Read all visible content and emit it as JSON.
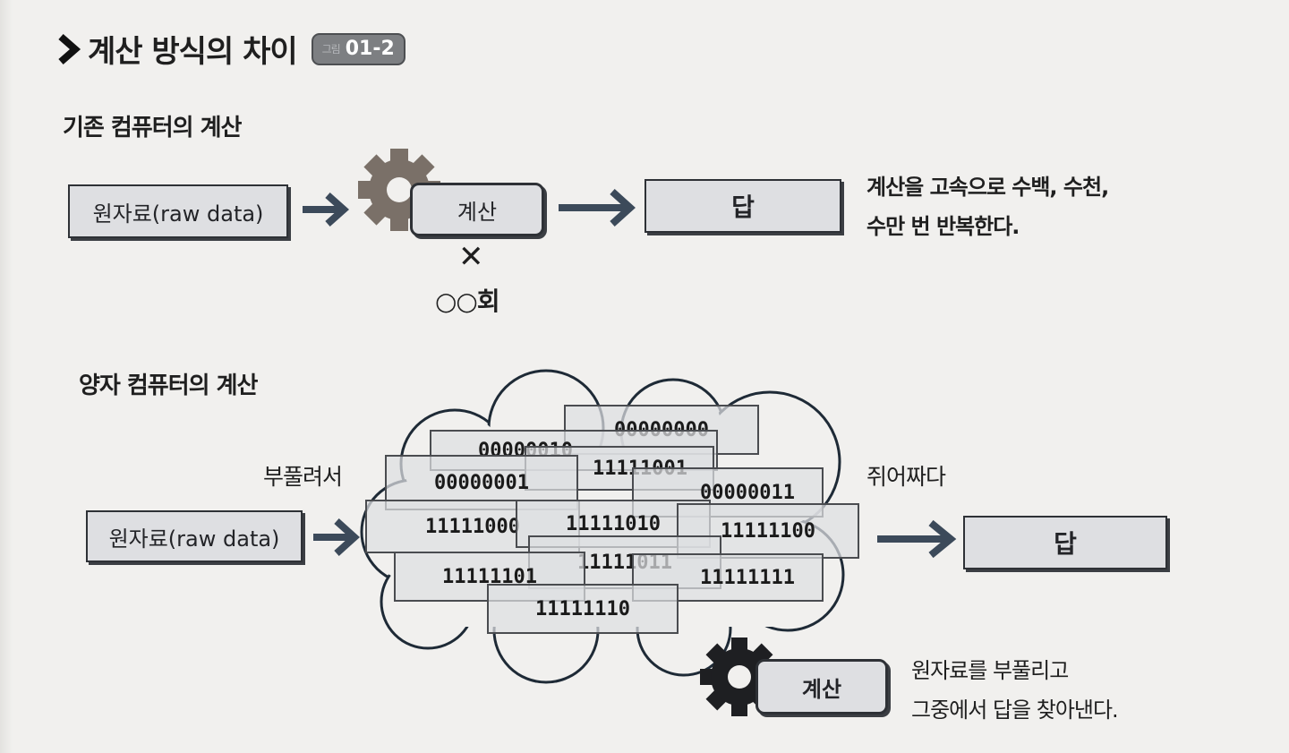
{
  "heading": {
    "title": "계산 방식의 차이",
    "badge_label": "그림",
    "badge_num": "01-2"
  },
  "classical": {
    "title": "기존 컴퓨터의 계산",
    "input": "원자료(raw data)",
    "compute": "계산",
    "times_symbol": "✕",
    "count": "○○회",
    "answer": "답",
    "note_line1": "계산을 고속으로 수백, 수천,",
    "note_line2": "수만 번 반복한다."
  },
  "quantum": {
    "title": "양자 컴퓨터의 계산",
    "input": "원자료(raw data)",
    "expand_label": "부풀려서",
    "squeeze_label": "쥐어짜다",
    "answer": "답",
    "compute": "계산",
    "note_line1": "원자료를 부풀리고",
    "note_line2": "그중에서 답을 찾아낸다.",
    "binaries": [
      "00000000",
      "00000010",
      "11111001",
      "00000001",
      "00000011",
      "11111000",
      "11111010",
      "11111100",
      "11111011",
      "11111101",
      "11111111",
      "11111110"
    ]
  },
  "colors": {
    "arrow": "#3c4a5a",
    "gear_grey": "#7a7068",
    "gear_dark": "#1e1f22",
    "box_fill": "#dedfe2"
  }
}
